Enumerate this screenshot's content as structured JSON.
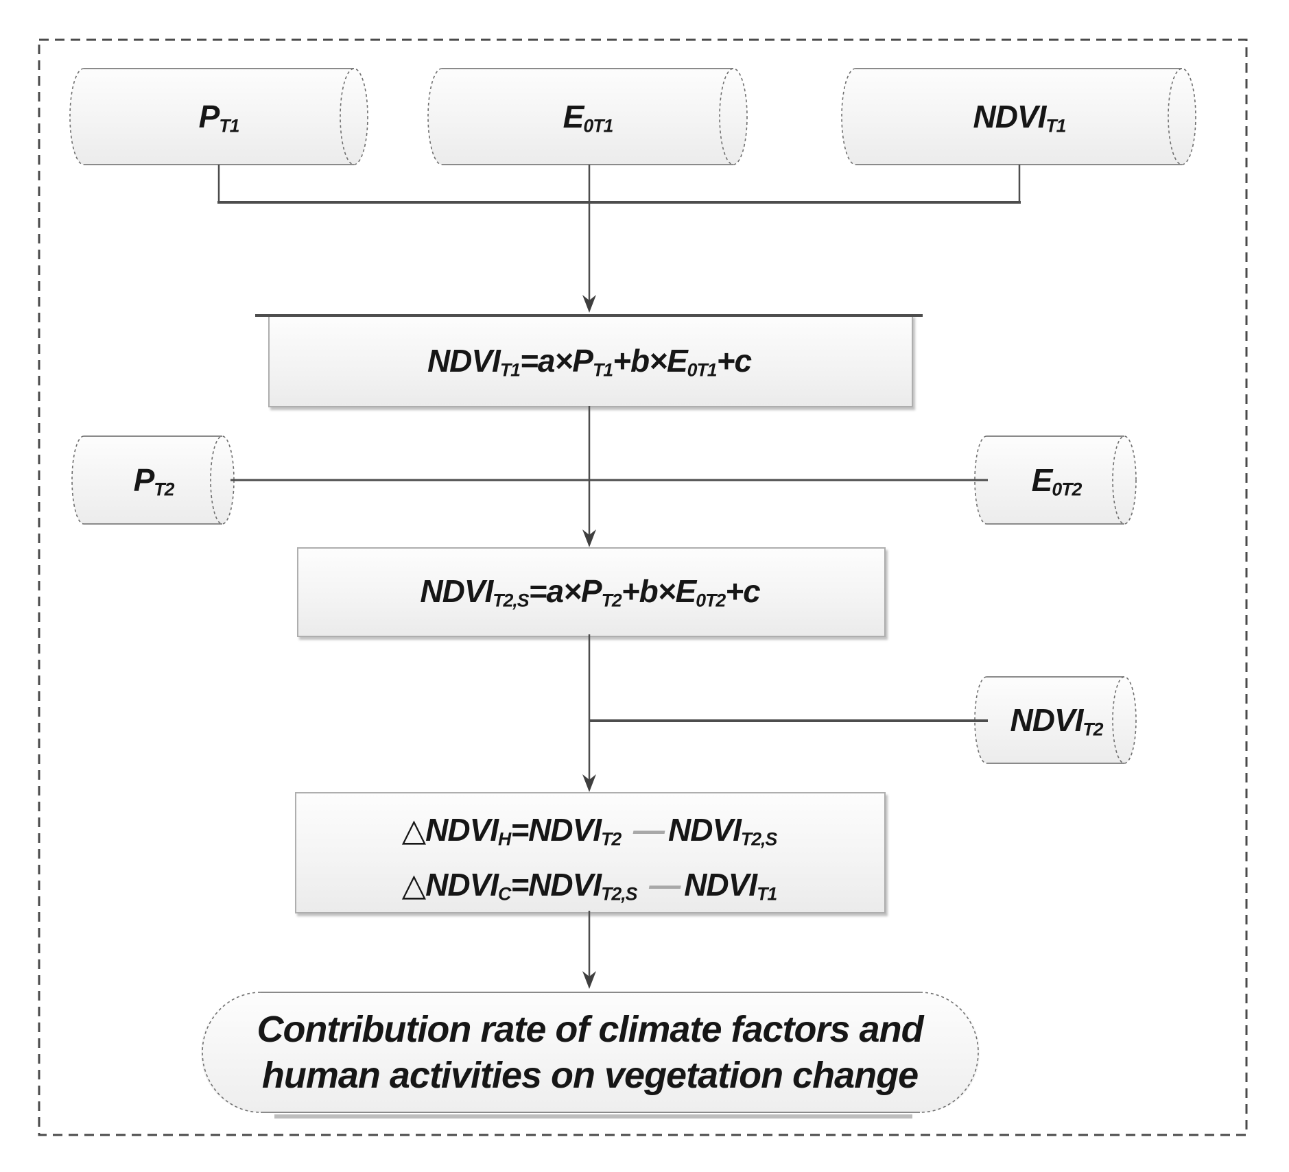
{
  "diagram": {
    "colors": {
      "line": "#4d4d4d",
      "shape_border": "#aeaeae",
      "dashed_border": "#4a4a4a",
      "text": "#161616",
      "light_dash": "#a8a8a8",
      "fill_top": "#fdfdfd",
      "fill_bottom": "#ebebeb"
    },
    "cylinders": {
      "p_t1": "P_{T1}",
      "e0_t1": "E_{0T1}",
      "ndvi_t1": "NDVI_{T1}",
      "p_t2": "P_{T2}",
      "e0_t2": "E_{0T2}",
      "ndvi_t2": "NDVI_{T2}"
    },
    "boxes": {
      "regression_t1": "NDVI_{T1}=a×P_{T1}+b×E_{0T1}+c",
      "regression_t2": "NDVI_{T2,S}=a×P_{T2}+b×E_{0T2}+c",
      "delta_h": "△NDVI_{H}=NDVI_{T2} —NDVI_{T2,S}",
      "delta_c": "△NDVI_{C}=NDVI_{T2,S} —NDVI_{T1}"
    },
    "terminal": {
      "line1": "Contribution rate of climate factors and",
      "line2": "human activities on vegetation change"
    }
  }
}
